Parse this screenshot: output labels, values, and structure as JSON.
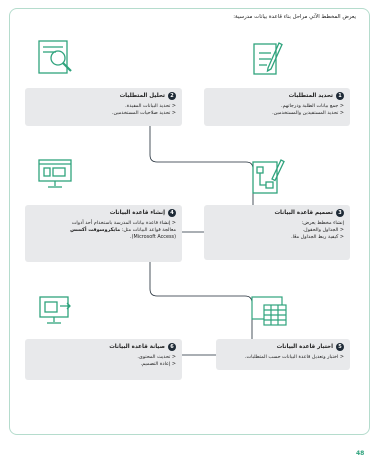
{
  "intro": "يعرض المخطط الآتي مراحل بناء قاعدة بيانات مدرسية:",
  "steps": [
    {
      "num": "1",
      "title": "تحديد المتطلبات",
      "lines": [
        "< جمع بيانات الطلبة ودرجاتهم.",
        "< تحديد المستفيدين والمستخدمين."
      ],
      "icon": "notepad-pencil-icon"
    },
    {
      "num": "2",
      "title": "تحليل المتطلبات",
      "lines": [
        "< تحديد البيانات المفيدة.",
        "< تحديد صلاحيات المستخدمين."
      ],
      "icon": "document-magnifier-icon"
    },
    {
      "num": "3",
      "title": "تصميم قاعدة البيانات",
      "lines": [
        "إنشاء مخطط يعرض:",
        "< الجداول والحقول.",
        "< كيفية ربط الجداول معًا."
      ],
      "icon": "flowchart-pencil-icon"
    },
    {
      "num": "4",
      "title": "إنشاء قاعدة البيانات",
      "line1": "< إنشاء قاعدة بيانات المدرسة باستخدام أحد أدوات",
      "line2": "معالجة قواعد البيانات مثل:",
      "bold": "مايكروسوفت أكسس",
      "line3": "(Microsoft Access).",
      "icon": "monitor-app-icon"
    },
    {
      "num": "5",
      "title": "اختبار قاعدة البيانات",
      "lines": [
        "< اختبار وتعديل قاعدة البيانات حسب المتطلبات."
      ],
      "icon": "monitor-table-icon"
    },
    {
      "num": "6",
      "title": "صيانة قاعدة البيانات",
      "lines": [
        "< تحديث المحتوى.",
        "< إعادة التصميم."
      ],
      "icon": "screen-arrows-icon"
    }
  ],
  "page_number": "48",
  "colors": {
    "accent": "#2fa37d",
    "box": "#e8e9eb",
    "badge": "#1e2a36"
  }
}
